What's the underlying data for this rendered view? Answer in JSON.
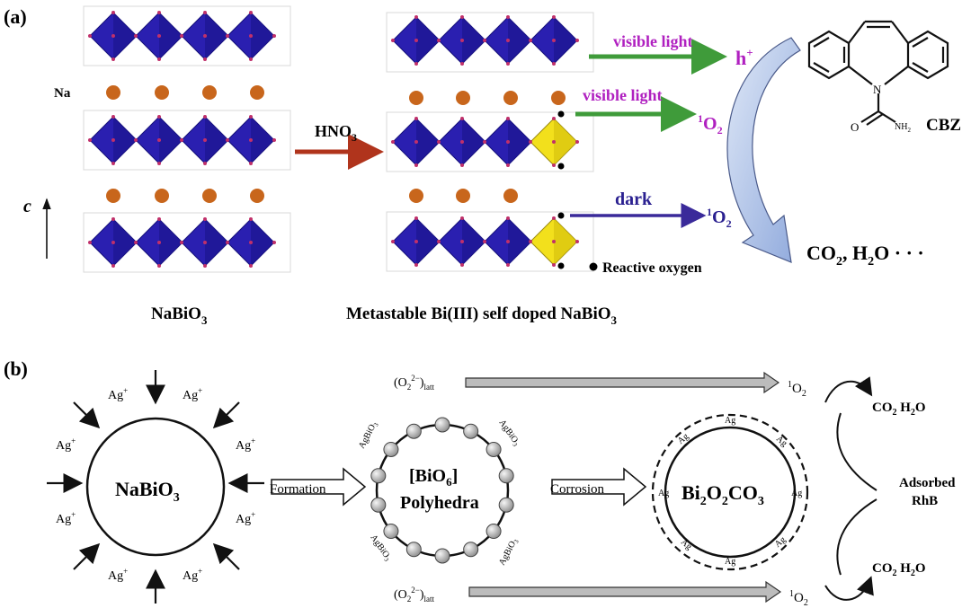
{
  "panel_a": {
    "label": "(a)",
    "na_label": "Na",
    "c_axis_label": "c",
    "reagent": "HNO3",
    "left_caption": "NaBiO3",
    "right_caption": "Metastable Bi(III) self  doped NaBiO3",
    "pathways": [
      {
        "label": "visible light",
        "product": "h+"
      },
      {
        "label": "visible light",
        "product": "1O2"
      },
      {
        "label": "dark",
        "product": "1O2"
      }
    ],
    "reactive_oxygen_legend": "Reactive oxygen",
    "molecule_label": "CBZ",
    "molecule_atoms": {
      "n": "N",
      "o": "O",
      "nh2": "NH2"
    },
    "final_products": "CO2, H2O  · · ·",
    "colors": {
      "octahedron": "#2a1fb0",
      "yellow_octahedron": "#f2e01c",
      "sodium": "#c8661c",
      "visible_arrow": "#3f9b3a",
      "visible_text": "#b020c0",
      "dark_arrow": "#3a2a9a",
      "reagent_arrow": "#b0341c",
      "big_arrow": "#a9bfe6"
    }
  },
  "panel_b": {
    "label": "(b)",
    "center_left": "NaBiO3",
    "ion_label": "Ag+",
    "formation_label": "Formation",
    "polyhedra_line1": "[BiO6]",
    "polyhedra_line2": "Polyhedra",
    "agbio_label": "AgBiO3",
    "corrosion_label": "Corrosion",
    "center_right": "Bi2O2CO3",
    "ag_label": "Ag",
    "lattice_top": "(O2 2-)latt",
    "lattice_bottom": "(O2 2-)latt",
    "singlet_oxygen": "1O2",
    "product_top": "CO2 H2O",
    "product_bottom": "CO2 H2O",
    "adsorbed_line1": "Adsorbed",
    "adsorbed_line2": "RhB"
  }
}
